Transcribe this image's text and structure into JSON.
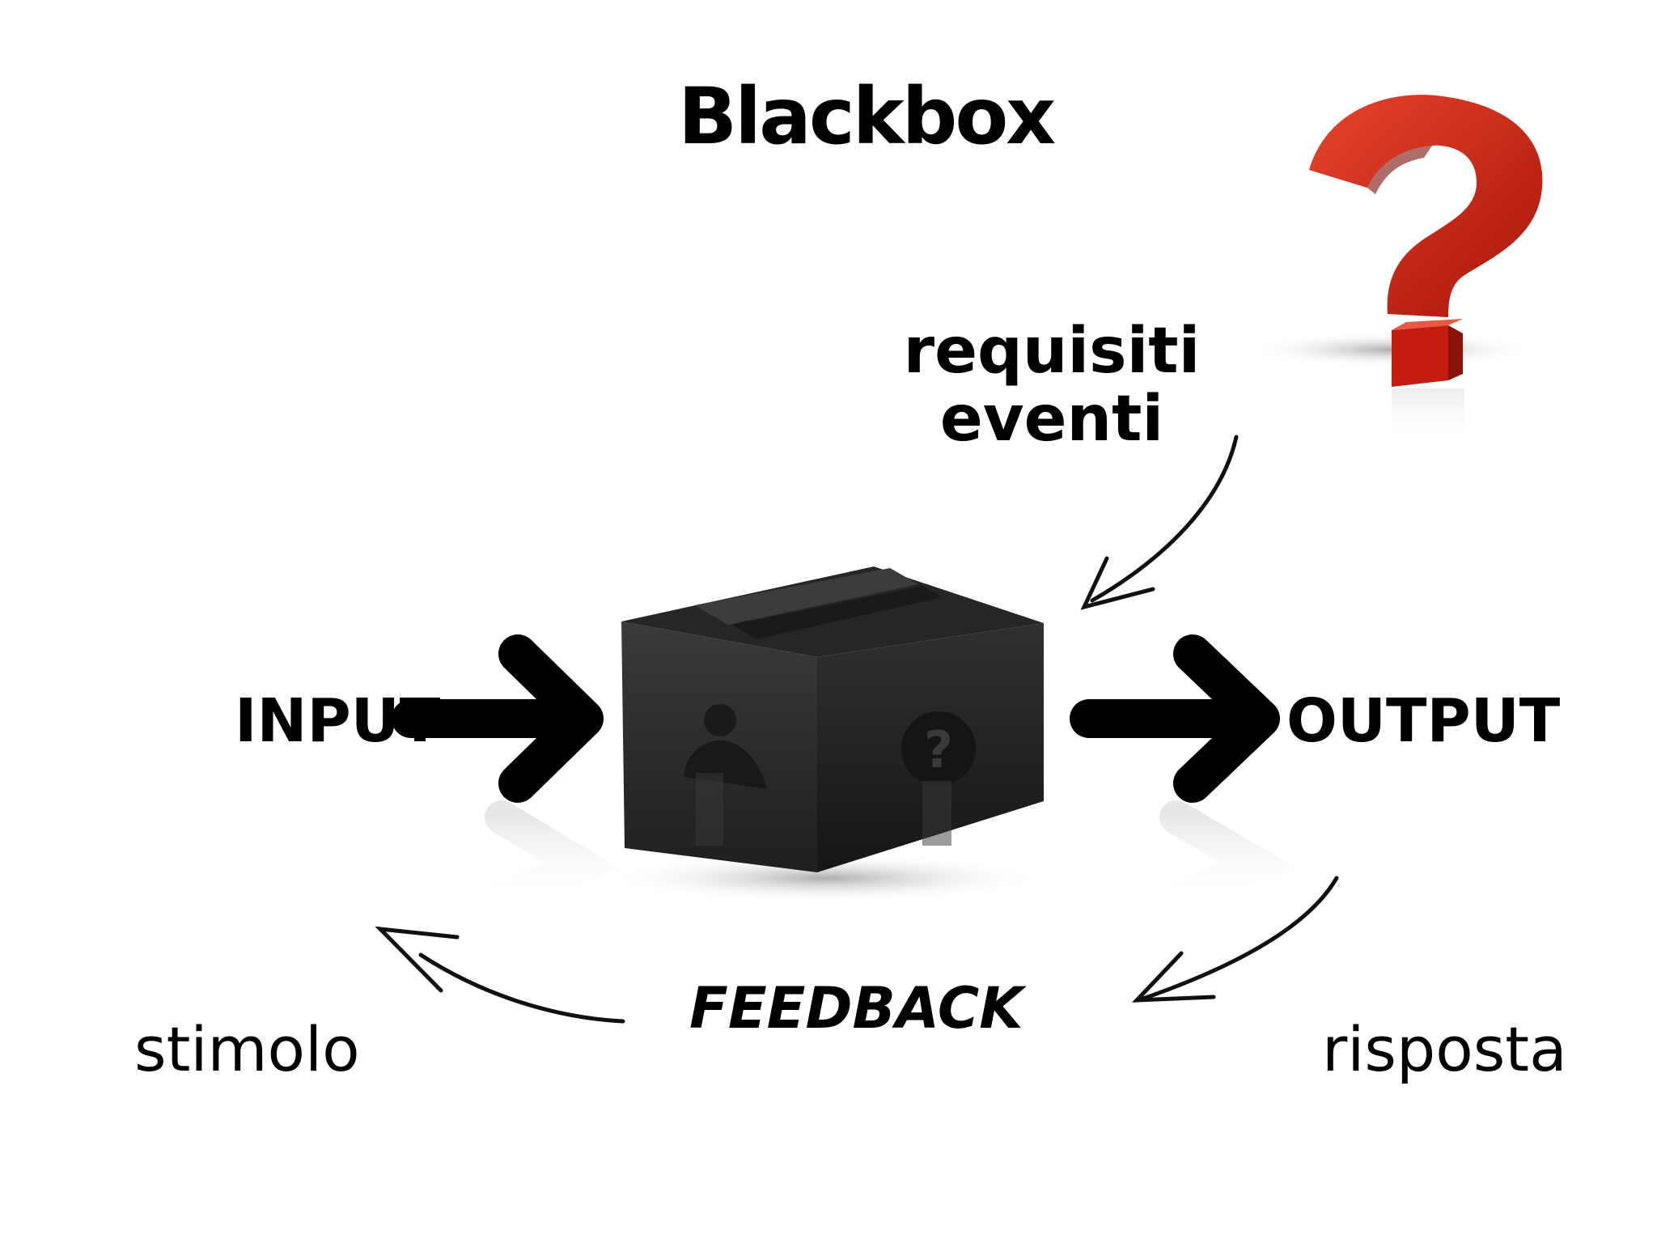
{
  "title": "Blackbox",
  "labels": {
    "requisiti": "requisiti",
    "eventi": "eventi",
    "input": "INPUT",
    "output": "OUTPUT",
    "feedback": "FEEDBACK",
    "stimolo": "stimolo",
    "risposta": "risposta"
  },
  "icons": {
    "box": "black-box-icon",
    "question": "question-mark-icon",
    "arrow": "arrow-right-icon"
  },
  "colors": {
    "question_red": "#d42414",
    "box_black": "#2b2b2b",
    "text": "#000000"
  }
}
